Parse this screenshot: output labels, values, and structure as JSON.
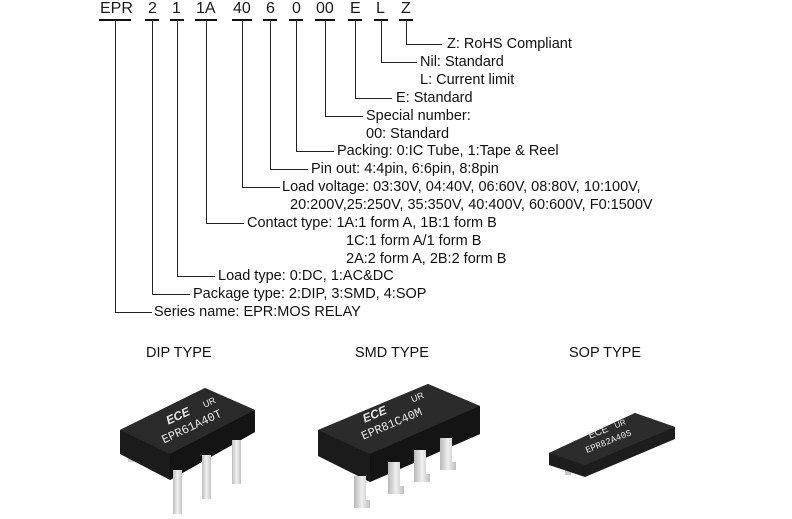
{
  "part_number_codes": [
    "EPR",
    "2",
    "1",
    "1A",
    "40",
    "6",
    "0",
    "00",
    "E",
    "L",
    "Z"
  ],
  "fields": [
    {
      "code": "Z",
      "lines": [
        "Z: RoHS Compliant"
      ]
    },
    {
      "code": "L",
      "lines": [
        "Nil: Standard",
        "L: Current limit"
      ]
    },
    {
      "code": "E",
      "lines": [
        "E: Standard"
      ]
    },
    {
      "code": "00",
      "lines": [
        "Special number:",
        "00: Standard"
      ]
    },
    {
      "code": "0",
      "lines": [
        "Packing: 0:IC Tube, 1:Tape & Reel"
      ]
    },
    {
      "code": "6",
      "lines": [
        "Pin out: 4:4pin, 6:6pin, 8:8pin"
      ]
    },
    {
      "code": "40",
      "lines": [
        "Load voltage: 03:30V, 04:40V, 06:60V, 08:80V, 10:100V,",
        "20:200V,25:250V, 35:350V, 40:400V, 60:600V, F0:1500V"
      ]
    },
    {
      "code": "1A",
      "lines": [
        "Contact type: 1A:1 form A, 1B:1 form B",
        "1C:1 form A/1 form B",
        "2A:2 form A, 2B:2 form B"
      ]
    },
    {
      "code": "1",
      "lines": [
        "Load type: 0:DC, 1:AC&DC"
      ]
    },
    {
      "code": "2",
      "lines": [
        "Package type: 2:DIP, 3:SMD, 4:SOP"
      ]
    },
    {
      "code": "EPR",
      "lines": [
        "Series name: EPR:MOS RELAY"
      ]
    }
  ],
  "packages": [
    {
      "title": "DIP TYPE",
      "brand": "ECE",
      "cert": "UR",
      "marking": "EPR61A40T"
    },
    {
      "title": "SMD TYPE",
      "brand": "ECE",
      "cert": "UR",
      "marking": "EPR81C40M"
    },
    {
      "title": "SOP TYPE",
      "brand": "ECE",
      "cert": "UR",
      "marking": "EPR82A40S"
    }
  ],
  "colors": {
    "chip_body": "#1c1c1c",
    "pin_metal": "#d6d6d6",
    "text": "#111111"
  }
}
